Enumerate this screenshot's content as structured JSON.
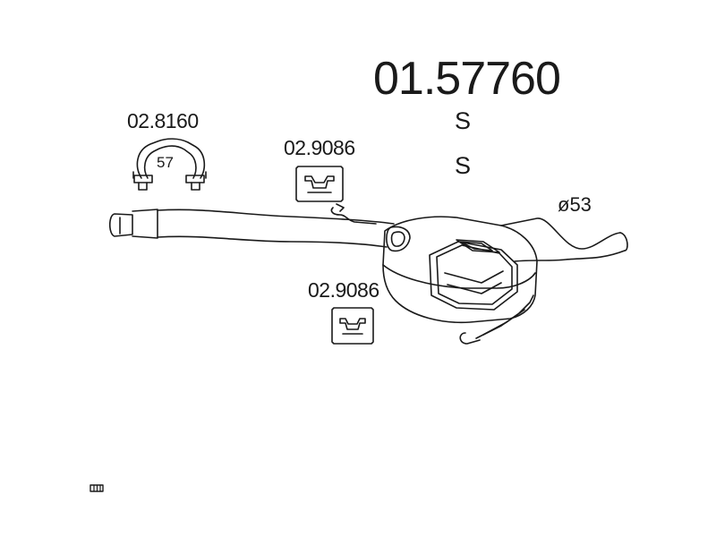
{
  "main_part_number": "01.57760",
  "symbols": [
    "S",
    "S"
  ],
  "pipe_diameter": "ø53",
  "accessories": [
    {
      "part_number": "02.8160",
      "icon": "exhaust-clamp-icon",
      "size_label": "57"
    },
    {
      "part_number": "02.9086",
      "icon": "rubber-hanger-icon"
    },
    {
      "part_number": "02.9086",
      "icon": "rubber-hanger-icon"
    }
  ],
  "colors": {
    "line": "#1a1a1a",
    "background": "#ffffff"
  }
}
